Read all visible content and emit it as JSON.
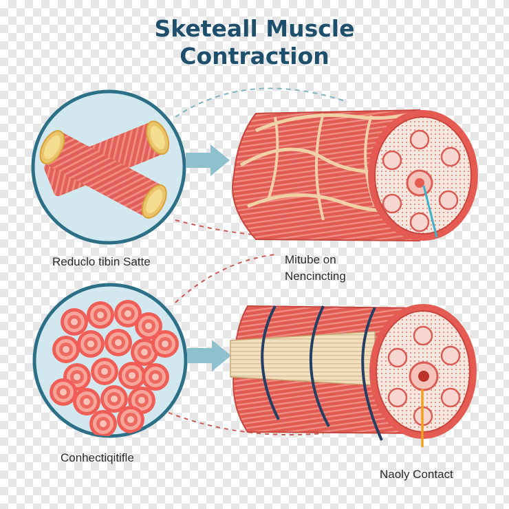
{
  "title": {
    "line1": "Sketeall Muscle",
    "line2": "Contraction"
  },
  "labels": {
    "top_left": "Reduclo tibin Satte",
    "top_right_line1": "Mitube on",
    "top_right_line2": "Nencincting",
    "bottom_left": "Conhectiqitifle",
    "bottom_right": "Naoly Contact"
  },
  "colors": {
    "title": "#1f4f6a",
    "muscle_red": "#e0605a",
    "muscle_light": "#f08a80",
    "circle_fill": "#d3e8ee",
    "circle_stroke": "#2f6f86",
    "arrow": "#8fc0cc",
    "band": "#2a4a6a",
    "tendon": "#f1dfc0",
    "probe_blue": "#3bb3c9",
    "probe_orange": "#f0a020"
  }
}
